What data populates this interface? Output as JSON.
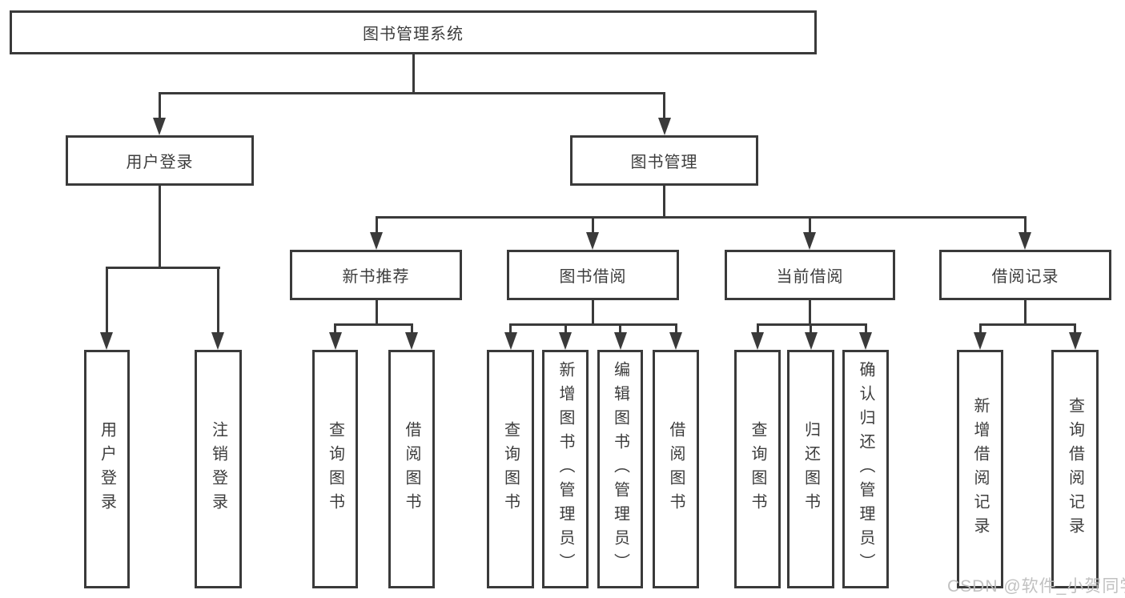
{
  "diagram_title": "图书管理系统",
  "nodes": {
    "root": "图书管理系统",
    "user_login": "用户登录",
    "book_management": "图书管理",
    "new_book_recommend": "新书推荐",
    "book_borrowing": "图书借阅",
    "current_borrowing": "当前借阅",
    "borrow_records": "借阅记录"
  },
  "leaves": {
    "user_login_group": [
      "用户登录",
      "注销登录"
    ],
    "new_book_group": [
      "查询图书",
      "借阅图书"
    ],
    "book_borrowing_group": [
      "查询图书",
      "新增图书（管理员）",
      "编辑图书（管理员）",
      "借阅图书"
    ],
    "current_borrowing_group": [
      "查询图书",
      "归还图书",
      "确认归还（管理员）"
    ],
    "borrow_records_group": [
      "新增借阅记录",
      "查询借阅记录"
    ]
  },
  "watermark": "CSDN @软件_小贺同学",
  "colors": {
    "line": "#3a3a3a",
    "text": "#3d3d3d",
    "watermark_text": "#bebebe",
    "background": "#ffffff"
  }
}
